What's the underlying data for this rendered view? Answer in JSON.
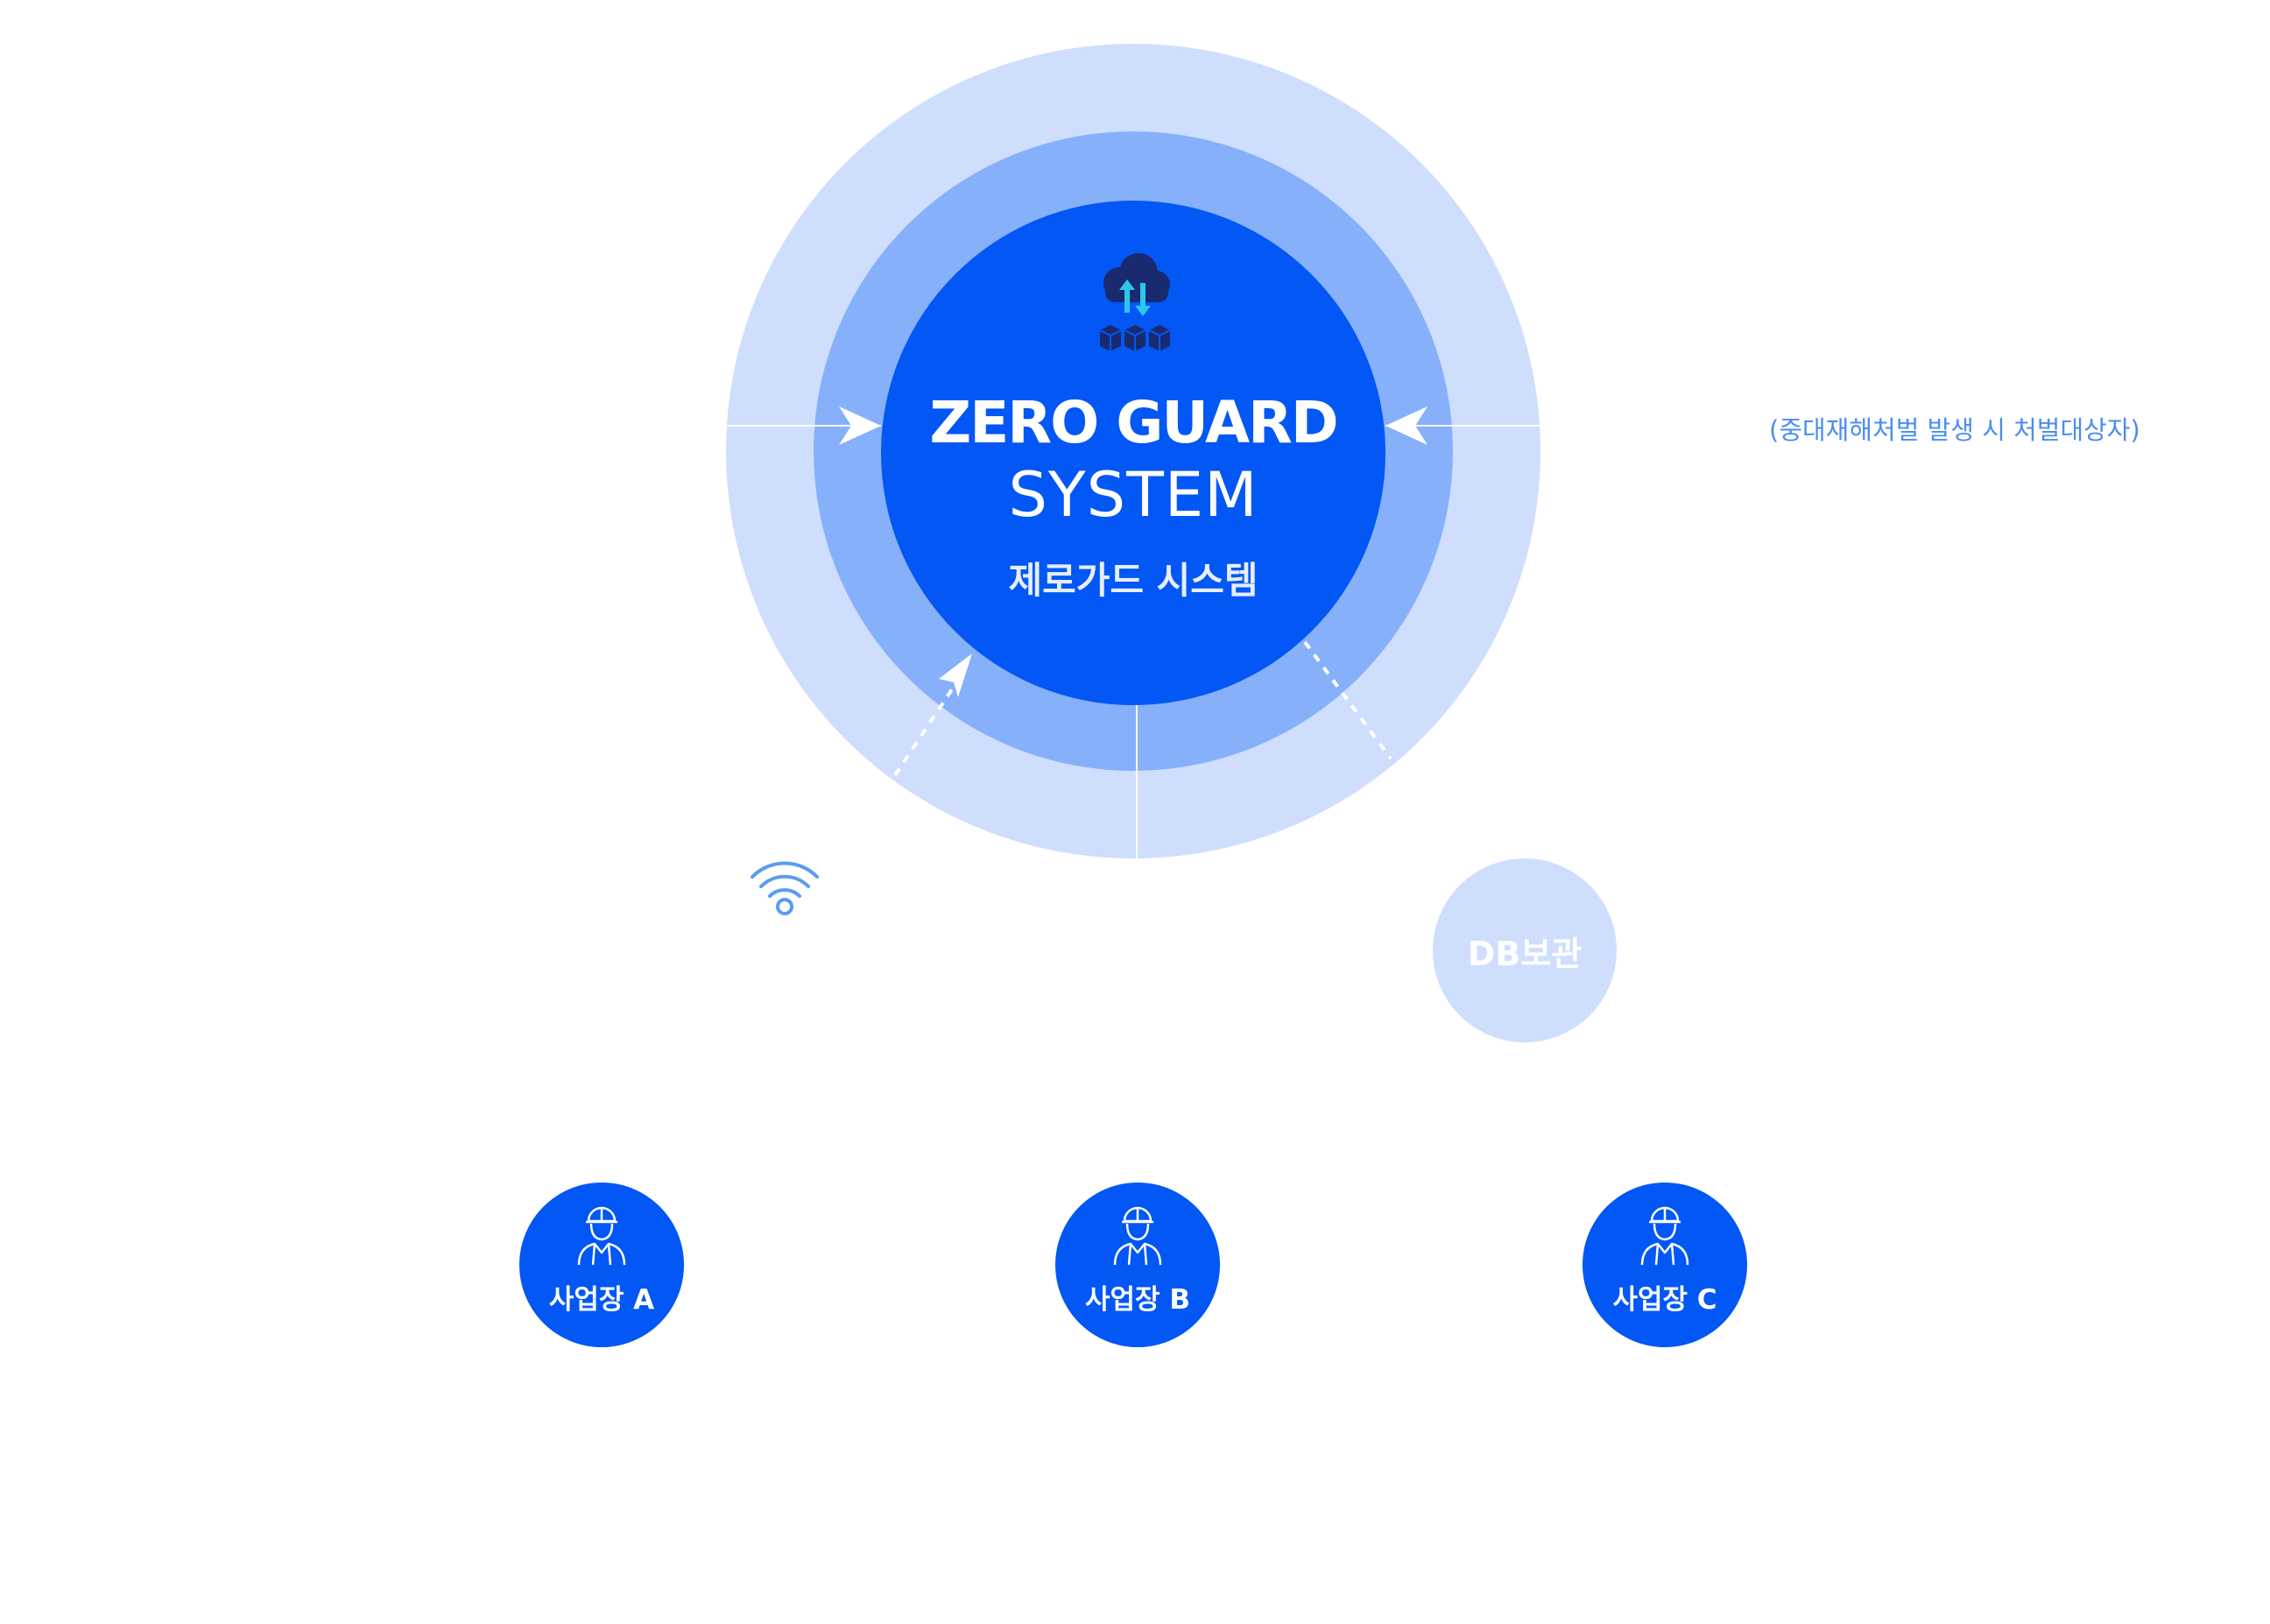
{
  "system": {
    "title_en": "ZERO GUARD",
    "title_sub": "SYSTEM",
    "title_ko": "제로가드 시스템"
  },
  "penalty_note": "(중대재해처벌 발생 시 처벌대상자)",
  "db_node": {
    "label": "DB보관"
  },
  "sites": [
    {
      "label": "사업장 A"
    },
    {
      "label": "사업장 B"
    },
    {
      "label": "사업장 C"
    }
  ],
  "icons": [
    "cloud-sync-icon",
    "wifi-icon",
    "worker-icon"
  ],
  "colors": {
    "primary": "#0257f5",
    "ring_middle": "#87b0fb",
    "ring_outer": "#cfdefd",
    "note_text": "#4a8df2"
  }
}
